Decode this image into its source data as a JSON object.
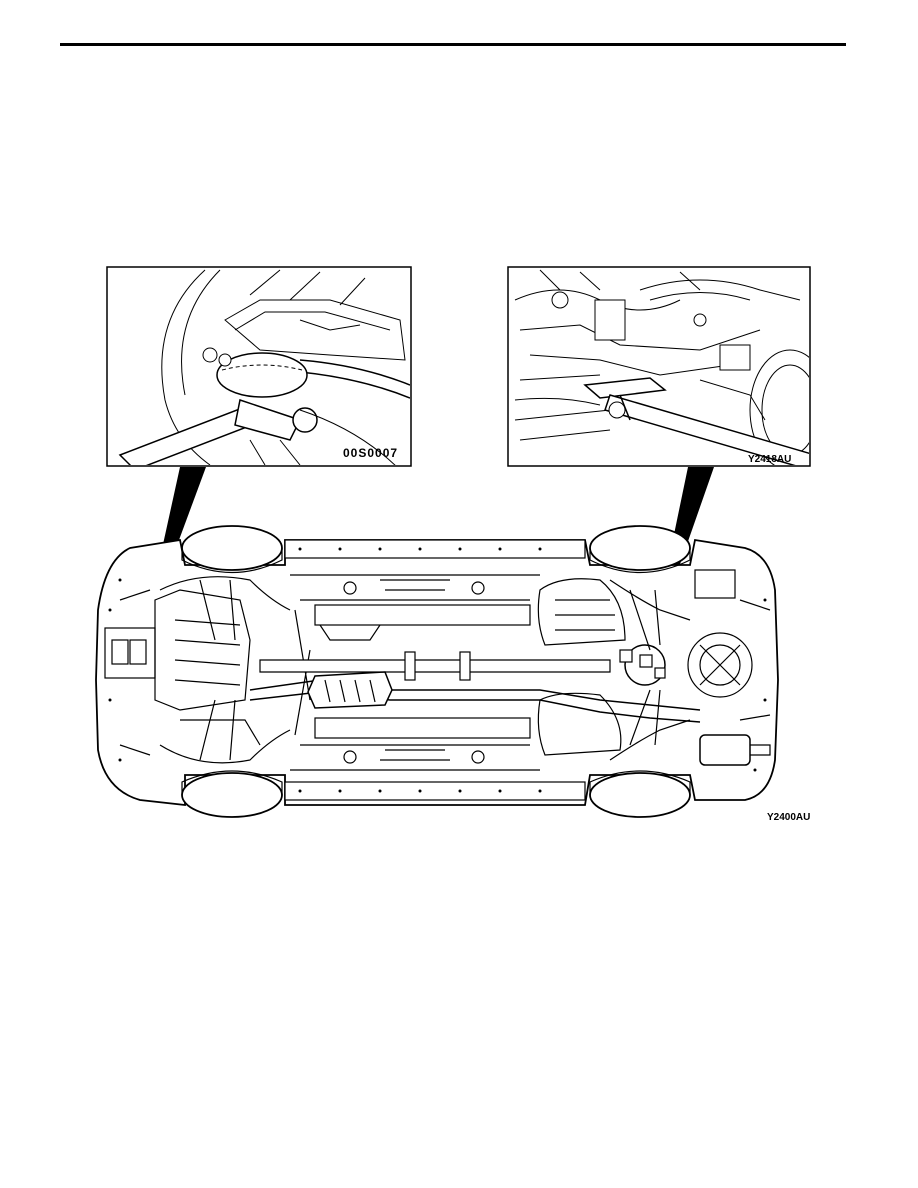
{
  "figures": {
    "front_jack_point_code": "00S0007",
    "rear_jack_point_code": "Y2418AU",
    "underbody_code": "Y2400AU"
  },
  "colors": {
    "ink": "#000000",
    "paper": "#ffffff"
  }
}
